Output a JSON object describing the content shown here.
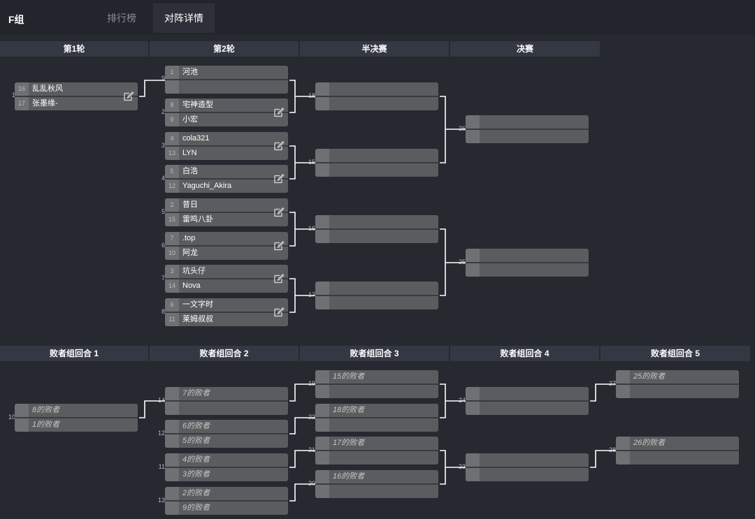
{
  "header": {
    "group_title": "F组",
    "tabs": [
      {
        "label": "排行榜",
        "active": false
      },
      {
        "label": "对阵详情",
        "active": true
      }
    ]
  },
  "winners_bracket": {
    "columns": [
      "第1轮",
      "第2轮",
      "半决赛",
      "决赛"
    ],
    "matches": {
      "1": {
        "p1": {
          "seed": "16",
          "name": "乱乱秋风"
        },
        "p2": {
          "seed": "17",
          "name": "张墨缘-"
        }
      },
      "9": {
        "p1": {
          "seed": "1",
          "name": "河池"
        },
        "p2": {
          "seed": "",
          "name": ""
        }
      },
      "2": {
        "p1": {
          "seed": "8",
          "name": "宅神造型"
        },
        "p2": {
          "seed": "9",
          "name": "小宏"
        }
      },
      "3": {
        "p1": {
          "seed": "4",
          "name": "cola321"
        },
        "p2": {
          "seed": "13",
          "name": "LYN"
        }
      },
      "4": {
        "p1": {
          "seed": "5",
          "name": "白浩"
        },
        "p2": {
          "seed": "12",
          "name": "Yaguchi_Akira"
        }
      },
      "5": {
        "p1": {
          "seed": "2",
          "name": "昔日"
        },
        "p2": {
          "seed": "15",
          "name": "雷鸣八卦"
        }
      },
      "6": {
        "p1": {
          "seed": "7",
          "name": ".top"
        },
        "p2": {
          "seed": "10",
          "name": "阿龙"
        }
      },
      "7": {
        "p1": {
          "seed": "3",
          "name": "坑头仔"
        },
        "p2": {
          "seed": "14",
          "name": "Nova"
        }
      },
      "8": {
        "p1": {
          "seed": "6",
          "name": "一文字时"
        },
        "p2": {
          "seed": "11",
          "name": "莱姆叔叔"
        }
      },
      "18": {
        "p1": {
          "seed": "",
          "name": ""
        },
        "p2": {
          "seed": "",
          "name": ""
        }
      },
      "15": {
        "p1": {
          "seed": "",
          "name": ""
        },
        "p2": {
          "seed": "",
          "name": ""
        }
      },
      "16": {
        "p1": {
          "seed": "",
          "name": ""
        },
        "p2": {
          "seed": "",
          "name": ""
        }
      },
      "17": {
        "p1": {
          "seed": "",
          "name": ""
        },
        "p2": {
          "seed": "",
          "name": ""
        }
      },
      "26": {
        "p1": {
          "seed": "",
          "name": ""
        },
        "p2": {
          "seed": "",
          "name": ""
        }
      },
      "25": {
        "p1": {
          "seed": "",
          "name": ""
        },
        "p2": {
          "seed": "",
          "name": ""
        }
      }
    }
  },
  "losers_bracket": {
    "columns": [
      "败者组回合 1",
      "败者组回合 2",
      "败者组回合 3",
      "败者组回合 4",
      "败者组回合 5"
    ],
    "matches": {
      "10": {
        "p1": {
          "seed": "",
          "name": "8的败者"
        },
        "p2": {
          "seed": "",
          "name": "1的败者"
        }
      },
      "14": {
        "p1": {
          "seed": "",
          "name": "7的败者"
        },
        "p2": {
          "seed": "",
          "name": ""
        }
      },
      "12": {
        "p1": {
          "seed": "",
          "name": "6的败者"
        },
        "p2": {
          "seed": "",
          "name": "5的败者"
        }
      },
      "11": {
        "p1": {
          "seed": "",
          "name": "4的败者"
        },
        "p2": {
          "seed": "",
          "name": "3的败者"
        }
      },
      "13": {
        "p1": {
          "seed": "",
          "name": "2的败者"
        },
        "p2": {
          "seed": "",
          "name": "9的败者"
        }
      },
      "19": {
        "p1": {
          "seed": "",
          "name": "15的败者"
        },
        "p2": {
          "seed": "",
          "name": ""
        }
      },
      "22": {
        "p1": {
          "seed": "",
          "name": "18的败者"
        },
        "p2": {
          "seed": "",
          "name": ""
        }
      },
      "21": {
        "p1": {
          "seed": "",
          "name": "17的败者"
        },
        "p2": {
          "seed": "",
          "name": ""
        }
      },
      "20": {
        "p1": {
          "seed": "",
          "name": "16的败者"
        },
        "p2": {
          "seed": "",
          "name": ""
        }
      },
      "24": {
        "p1": {
          "seed": "",
          "name": ""
        },
        "p2": {
          "seed": "",
          "name": ""
        }
      },
      "23": {
        "p1": {
          "seed": "",
          "name": ""
        },
        "p2": {
          "seed": "",
          "name": ""
        }
      },
      "27": {
        "p1": {
          "seed": "",
          "name": "25的败者"
        },
        "p2": {
          "seed": "",
          "name": ""
        }
      },
      "28": {
        "p1": {
          "seed": "",
          "name": "26的败者"
        },
        "p2": {
          "seed": "",
          "name": ""
        }
      }
    }
  },
  "icons": {
    "edit": "edit-icon"
  },
  "colors": {
    "background": "#262930",
    "header_bg": "#343843",
    "match_bg": "#5b5c5f",
    "seed_bg": "#6f7074",
    "connector": "#ffffff"
  }
}
